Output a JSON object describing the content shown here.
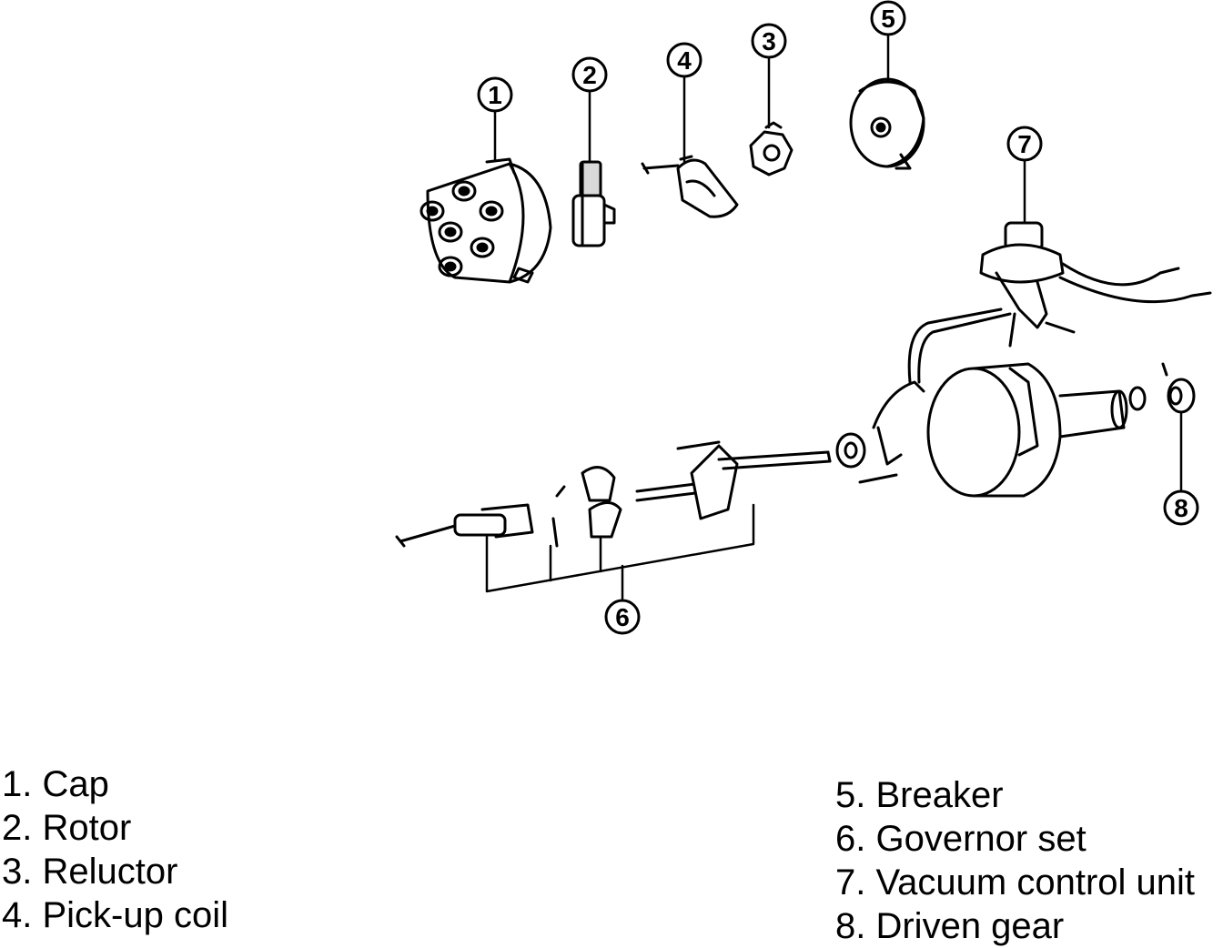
{
  "callouts": [
    "1",
    "2",
    "3",
    "4",
    "5",
    "6",
    "7",
    "8"
  ],
  "legend_left": [
    "1. Cap",
    "2. Rotor",
    "3. Reluctor",
    "4. Pick-up coil"
  ],
  "legend_right": [
    "5. Breaker",
    "6. Governor set",
    "7. Vacuum control unit",
    "8. Driven gear"
  ],
  "colors": {
    "ink": "#000000",
    "paper": "#ffffff",
    "shade": "#d9d9d9"
  }
}
